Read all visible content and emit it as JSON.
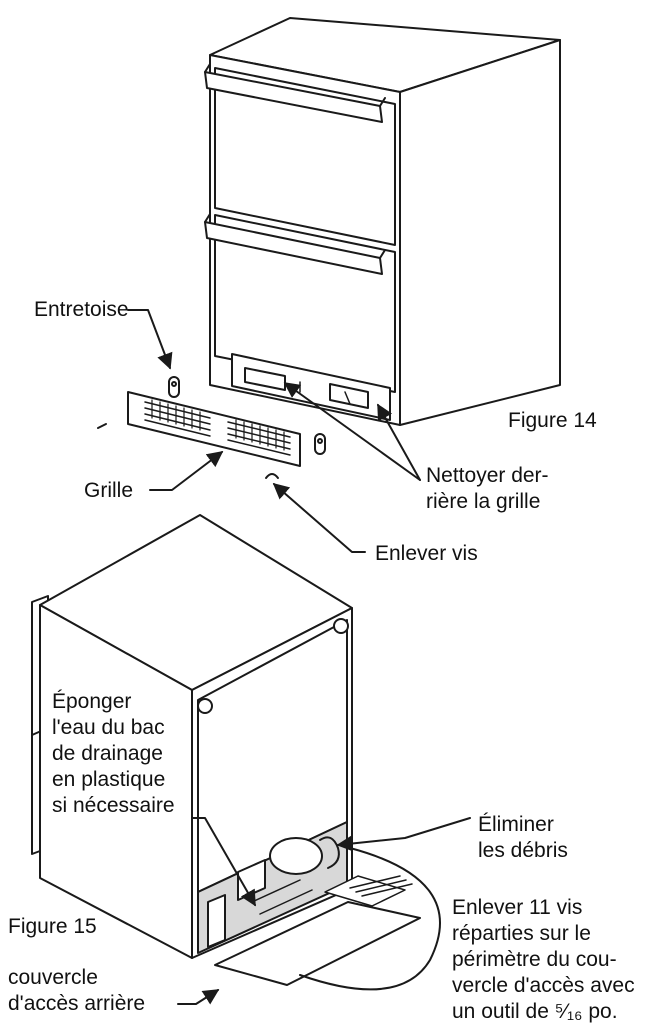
{
  "figure14": {
    "caption": "Figure 14",
    "labels": {
      "spacer": "Entretoise",
      "grille": "Grille",
      "clean_behind": [
        "Nettoyer der-",
        "rière la grille"
      ],
      "remove_screw": "Enlever vis"
    }
  },
  "figure15": {
    "caption": "Figure 15",
    "labels": {
      "sponge": [
        "Éponger",
        "l'eau du bac",
        "de drainage",
        "en plastique",
        "si nécessaire"
      ],
      "debris": [
        "Éliminer",
        "les débris"
      ],
      "remove_screws": [
        "Enlever 11 vis",
        "réparties sur le",
        "périmètre du cou-",
        "vercle d'accès avec",
        "un outil de ⁵⁄₁₆ po."
      ],
      "rear_cover": [
        "couvercle",
        "d'accès arrière"
      ]
    }
  },
  "colors": {
    "line": "#1a1a1a",
    "fill": "#ffffff",
    "shade": "#d8d8d8"
  }
}
